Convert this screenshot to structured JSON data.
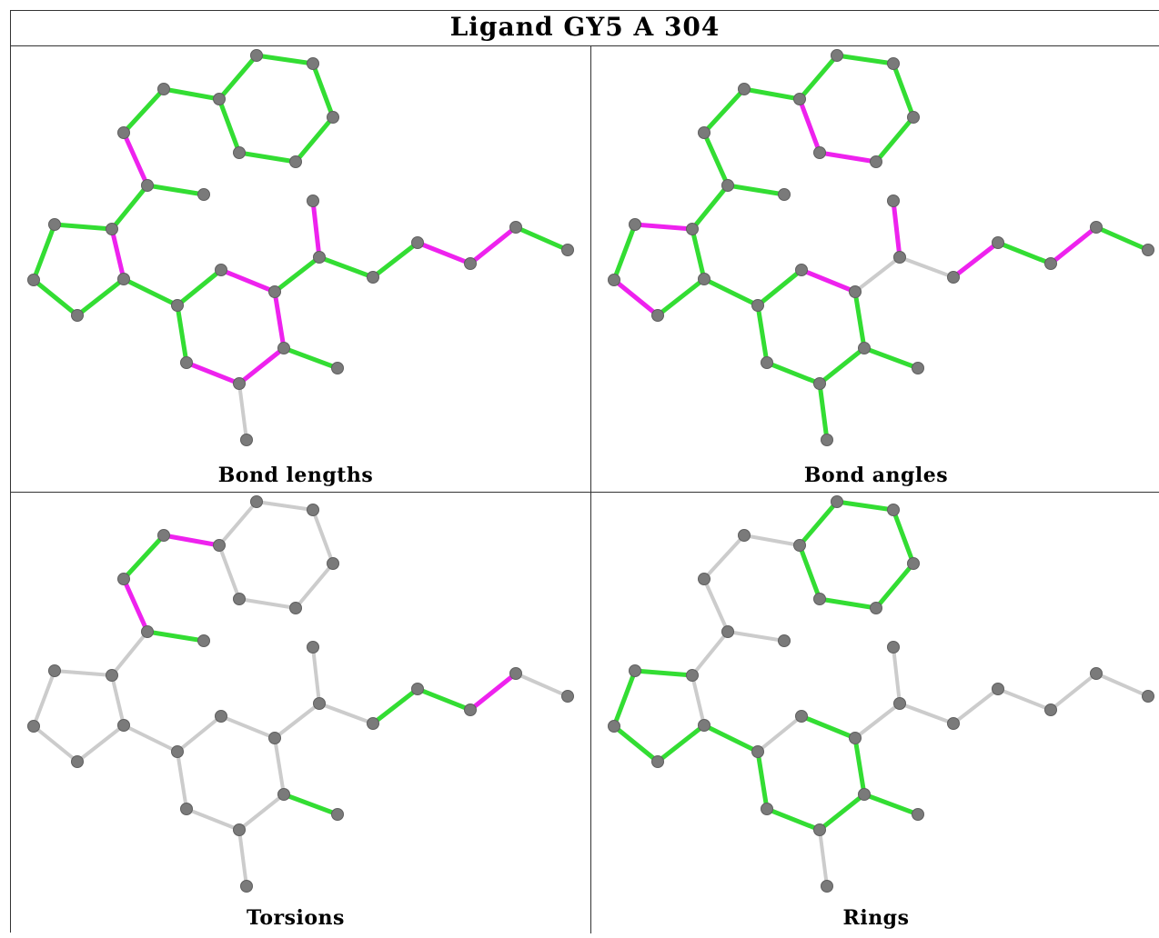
{
  "title": "Ligand GY5 A 304",
  "colors": {
    "green": "#33dd33",
    "magenta": "#ee22ee",
    "gray": "#cccccc",
    "atom": "#7a7a7a"
  },
  "panels": [
    {
      "label": "Bond lengths",
      "bonds": [
        "g",
        "g",
        "g",
        "g",
        "g",
        "g",
        "g",
        "g",
        "m",
        "g",
        "g",
        "m",
        "g",
        "g",
        "g",
        "g",
        "g",
        "g",
        "m",
        "m",
        "m",
        "m",
        "g",
        "g",
        "x",
        "g",
        "m",
        "g",
        "g",
        "m",
        "m",
        "g",
        "g",
        "g"
      ]
    },
    {
      "label": "Bond angles",
      "bonds": [
        "g",
        "g",
        "g",
        "m",
        "m",
        "g",
        "g",
        "g",
        "g",
        "g",
        "g",
        "g",
        "g",
        "m",
        "g",
        "m",
        "g",
        "g",
        "m",
        "g",
        "g",
        "g",
        "g",
        "g",
        "g",
        "x",
        "m",
        "x",
        "m",
        "g",
        "m",
        "g",
        "g",
        "g"
      ]
    },
    {
      "label": "Torsions",
      "bonds": [
        "x",
        "x",
        "x",
        "x",
        "x",
        "x",
        "m",
        "g",
        "m",
        "g",
        "x",
        "x",
        "x",
        "x",
        "x",
        "x",
        "x",
        "x",
        "x",
        "x",
        "x",
        "x",
        "x",
        "g",
        "x",
        "x",
        "x",
        "x",
        "g",
        "g",
        "m",
        "x",
        "m",
        "x"
      ]
    },
    {
      "label": "Rings",
      "bonds": [
        "g",
        "g",
        "g",
        "g",
        "g",
        "g",
        "x",
        "x",
        "x",
        "x",
        "x",
        "x",
        "g",
        "g",
        "g",
        "g",
        "g",
        "x",
        "g",
        "g",
        "g",
        "g",
        "g",
        "g",
        "x",
        "x",
        "x",
        "x",
        "x",
        "x",
        "x",
        "x",
        "x",
        "x"
      ]
    }
  ]
}
